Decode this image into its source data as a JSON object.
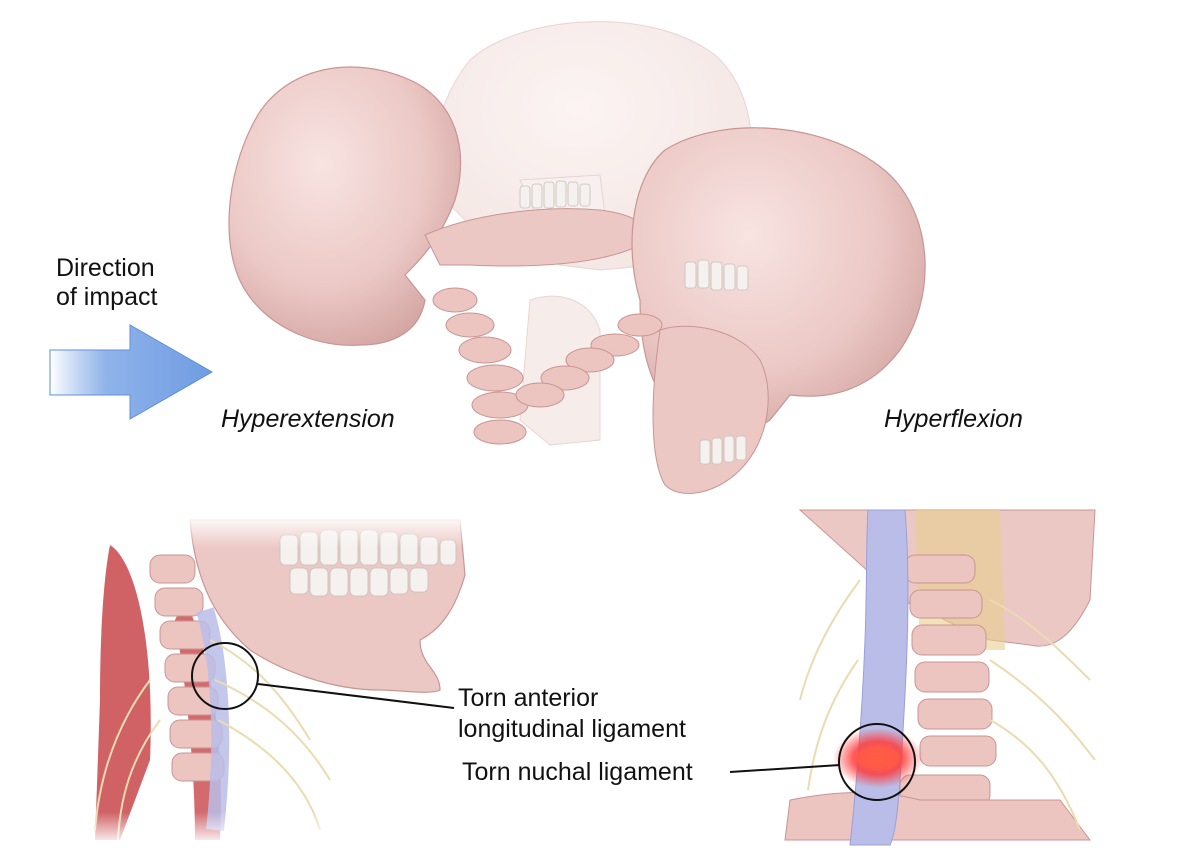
{
  "labels": {
    "direction_line1": "Direction",
    "direction_line2": "of impact",
    "hyperextension": "Hyperextension",
    "hyperflexion": "Hyperflexion",
    "anterior_line1": "Torn anterior",
    "anterior_line2": "longitudinal ligament",
    "nuchal": "Torn nuchal ligament"
  },
  "colors": {
    "bone": "#eecfcc",
    "bone_shadow": "#cf9f9c",
    "arrow": "#7ea7e6",
    "muscle": "#c8454a",
    "nerve": "#eadbb0",
    "spinal_cord": "#b9bde8",
    "injury": "#ff4a3c",
    "callout_line": "#111111"
  }
}
